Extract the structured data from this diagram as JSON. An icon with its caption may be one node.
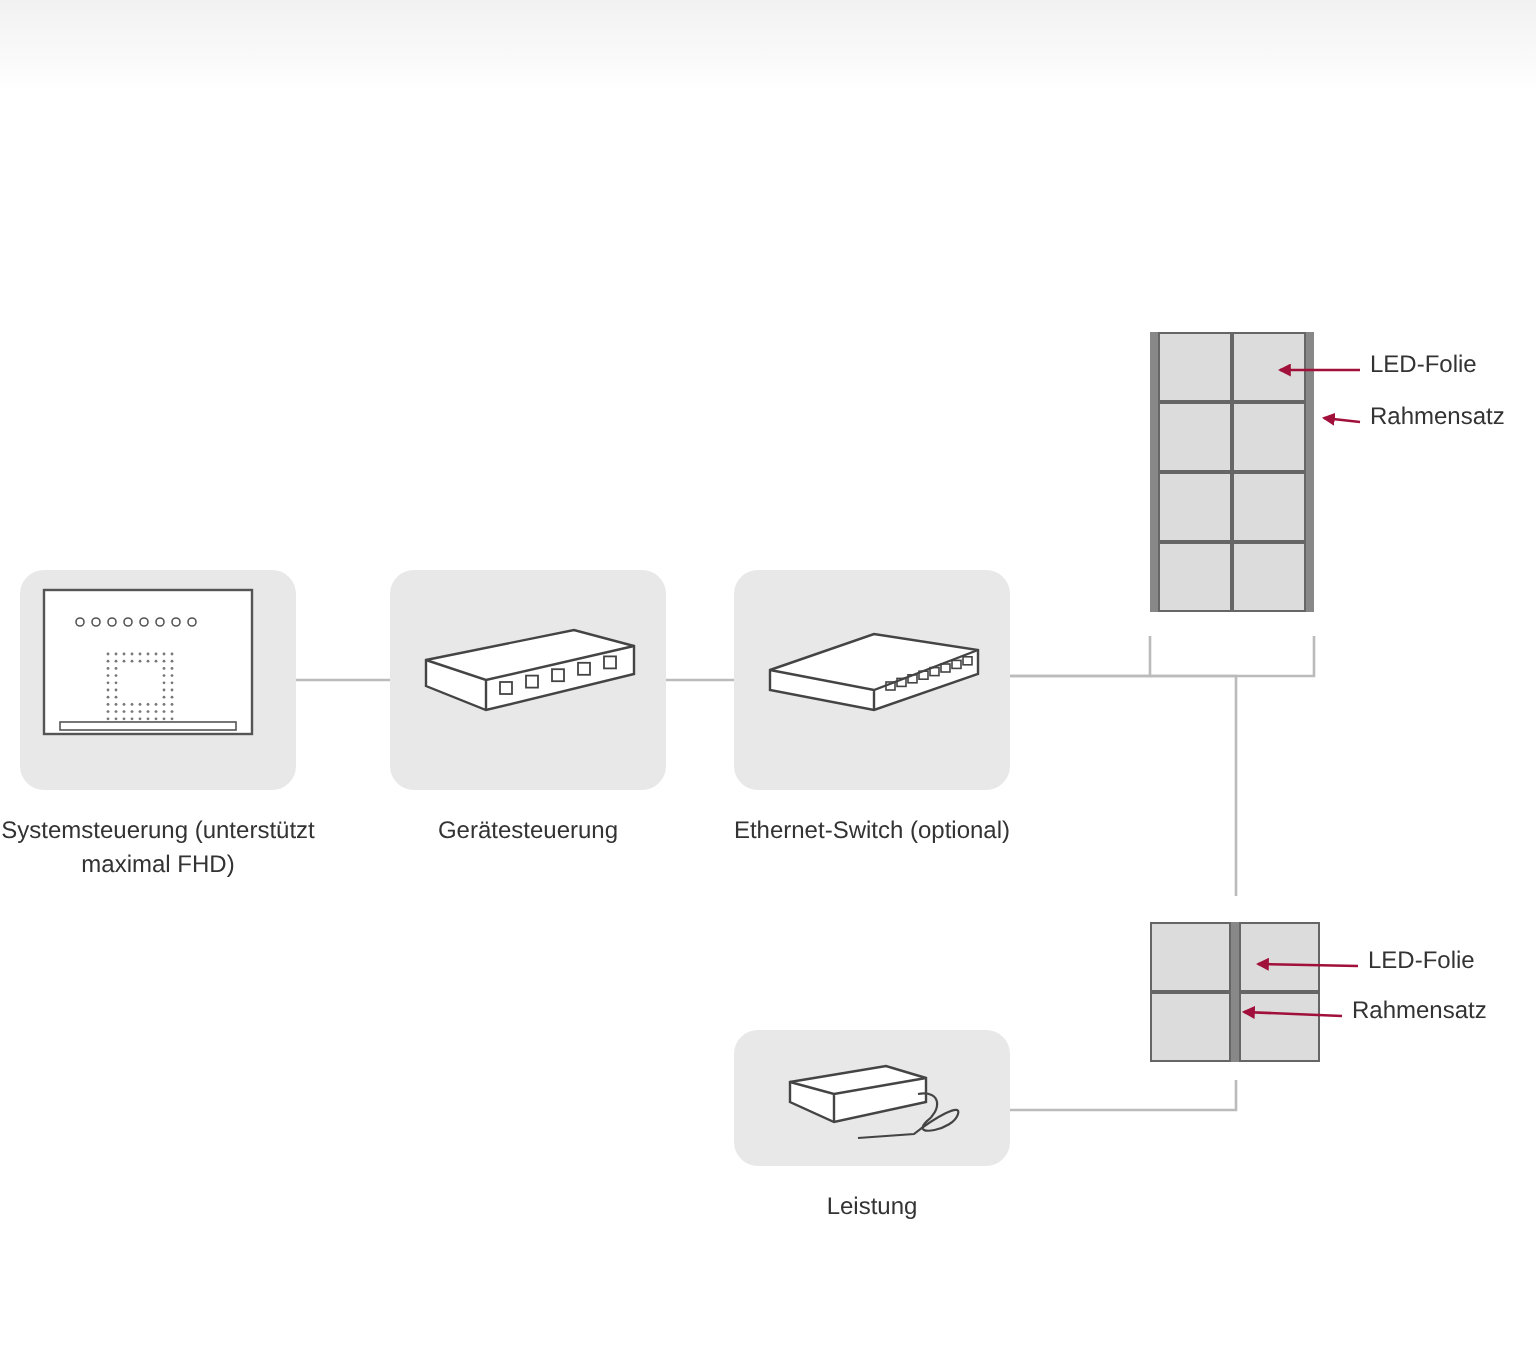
{
  "diagram": {
    "nodes": [
      {
        "text": [
          "Systemsteuerung (unterstützt maximal FHD)"
        ]
      },
      {
        "text": [
          "Gerätesteuerung"
        ]
      },
      {
        "text": [
          "Ethernet-Switch (optional)"
        ]
      },
      {
        "text": [
          "Leistung"
        ]
      },
      {
        "text": [],
        "shape": "box"
      },
      {
        "text": [],
        "shape": "box"
      },
      {
        "text": [
          "LED-Folie"
        ]
      },
      {
        "text": [
          "Rahmensatz"
        ]
      },
      {
        "text": [
          "LED-Folie"
        ]
      },
      {
        "text": [
          "Rahmensatz"
        ]
      }
    ],
    "edges": [
      {
        "from": 0,
        "to": 1,
        "arrow": "none"
      },
      {
        "from": 1,
        "to": 2,
        "arrow": "none"
      },
      {
        "from": 2,
        "to": 4,
        "arrow": "none"
      },
      {
        "from": 2,
        "to": 5,
        "arrow": "none"
      },
      {
        "from": 3,
        "to": 5,
        "arrow": "none"
      },
      {
        "from": 6,
        "to": 4,
        "arrow": "to",
        "color": "#a0103a"
      },
      {
        "from": 7,
        "to": 4,
        "arrow": "to",
        "color": "#a0103a"
      },
      {
        "from": 8,
        "to": 5,
        "arrow": "to",
        "color": "#a0103a"
      },
      {
        "from": 9,
        "to": 5,
        "arrow": "to",
        "color": "#a0103a"
      }
    ]
  }
}
